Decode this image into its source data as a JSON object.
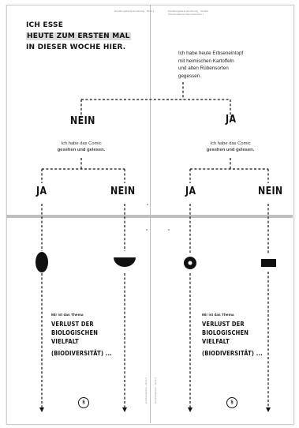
{
  "header": {
    "left_meta": "Handlungskarte Ernährung · Blatt 1",
    "right_meta_1": "Handlungskarte Ernährung · Verlauf",
    "right_meta_2": "Arbeitsmaterial Sekundarstufe I"
  },
  "headline": {
    "line1": "ICH ESSE",
    "line2": "HEUTE ZUM ERSTEN MAL",
    "line3": "IN DIESER WOCHE HIER."
  },
  "intro": {
    "line1": "Ich habe heute Erbseneintopf",
    "line2": "mit heimischen Kartoffeln",
    "line3": "und alten Rübensorten",
    "line4": "gegessen."
  },
  "branch_left": {
    "answer": "NEIN",
    "question_line1": "Ich habe das Comic",
    "question_line2": "gesehen und gelesen."
  },
  "branch_right": {
    "answer": "JA",
    "question_line1": "Ich habe das Comic",
    "question_line2": "gesehen und gelesen."
  },
  "leaves": {
    "ll": "JA",
    "lr": "NEIN",
    "rl": "JA",
    "rr": "NEIN"
  },
  "topic_left": {
    "label": "Mir ist das Thema",
    "line1": "VERLUST DER",
    "line2": "BIOLOGISCHEN",
    "line3": "VIELFALT",
    "line4": "(BIODIVERSITÄT) ..."
  },
  "topic_right": {
    "label": "Mir ist das Thema",
    "line1": "VERLUST DER",
    "line2": "BIOLOGISCHEN",
    "line3": "VIELFALT",
    "line4": "(BIODIVERSITÄT) ..."
  },
  "badges": {
    "left": "§",
    "right": "§"
  },
  "side_tags": {
    "left": "Handlungskarte · Seite 2",
    "right": "Handlungskarte · Seite 3"
  },
  "colors": {
    "ink": "#111111",
    "fold": "#bfbfbf",
    "highlight": "#dcdcdc"
  },
  "icons": [
    "filled-oval-icon",
    "half-circle-icon",
    "ring-icon",
    "bar-icon",
    "seal-badge-icon"
  ]
}
